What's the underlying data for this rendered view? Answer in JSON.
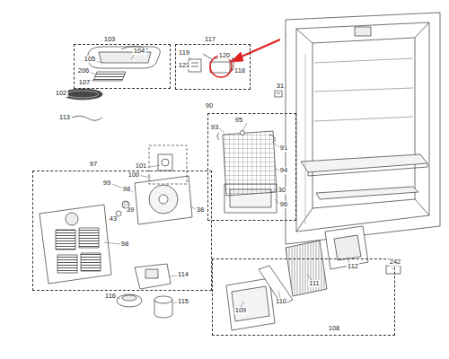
{
  "diagram": {
    "nodes": [
      {
        "text": [
          "103"
        ]
      },
      {
        "text": [
          "117"
        ]
      },
      {
        "text": [
          "90"
        ]
      },
      {
        "text": [
          "97"
        ]
      },
      {
        "text": [
          "108"
        ]
      }
    ],
    "labels": [
      "104",
      "105",
      "206",
      "107",
      "102",
      "113",
      "119",
      "120",
      "121",
      "118",
      "31",
      "95",
      "93",
      "91",
      "94",
      "30",
      "96",
      "101",
      "100",
      "99",
      "98",
      "39",
      "43",
      "38",
      "98",
      "114",
      "116",
      "115",
      "109",
      "110",
      "111",
      "112",
      "242"
    ]
  }
}
